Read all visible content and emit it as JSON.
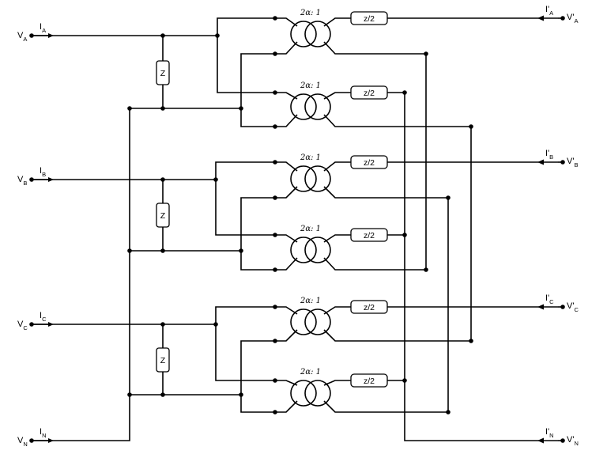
{
  "diagram": {
    "inputs": [
      {
        "voltage": "V",
        "current": "I",
        "phase": "A"
      },
      {
        "voltage": "V",
        "current": "I",
        "phase": "B"
      },
      {
        "voltage": "V",
        "current": "I",
        "phase": "C"
      },
      {
        "voltage": "V",
        "current": "I",
        "phase": "N"
      }
    ],
    "outputs": [
      {
        "voltage": "V'",
        "current": "I'",
        "phase": "A"
      },
      {
        "voltage": "V'",
        "current": "I'",
        "phase": "B"
      },
      {
        "voltage": "V'",
        "current": "I'",
        "phase": "C"
      },
      {
        "voltage": "V'",
        "current": "I'",
        "phase": "N"
      }
    ],
    "shunt_impedance_label": "Z",
    "series_impedance_label": "z/2",
    "transformer_ratio_label": "2α: 1"
  }
}
